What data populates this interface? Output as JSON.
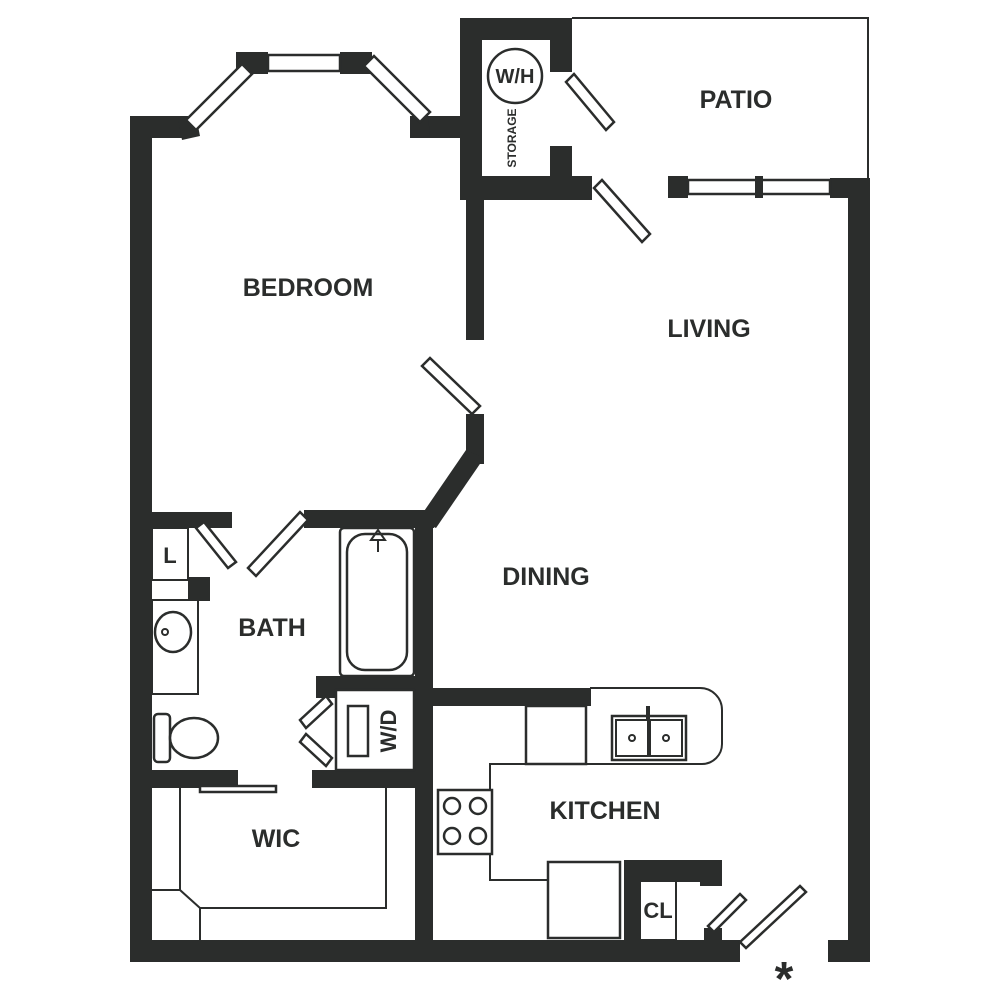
{
  "rooms": {
    "patio": "PATIO",
    "bedroom": "BEDROOM",
    "living": "LIVING",
    "dining": "DINING",
    "bath": "BATH",
    "kitchen": "KITCHEN",
    "wic": "WIC",
    "linen": "L",
    "closet": "CL",
    "storage": "STORAGE",
    "water_heater": "W/H",
    "washer_dryer": "W/D"
  },
  "entry_marker": "*"
}
